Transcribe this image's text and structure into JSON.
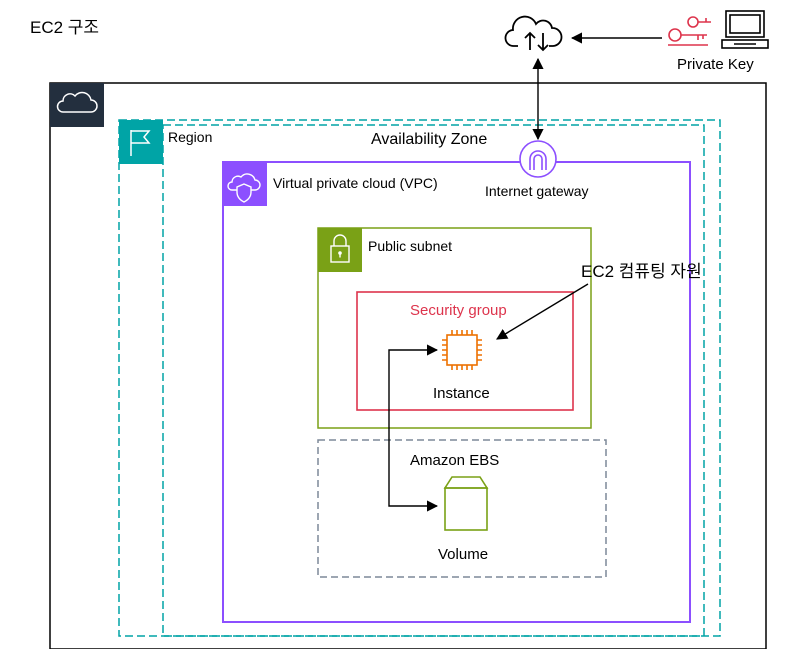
{
  "title": "EC2 구조",
  "private_key": {
    "label": "Private Key"
  },
  "region": {
    "label": "Region"
  },
  "availability_zone": {
    "label": "Availability Zone"
  },
  "vpc": {
    "label": "Virtual private cloud (VPC)"
  },
  "internet_gateway": {
    "label": "Internet gateway"
  },
  "public_subnet": {
    "label": "Public subnet"
  },
  "annotation": {
    "label": "EC2 컴퓨팅 자원"
  },
  "security_group": {
    "label": "Security group"
  },
  "instance": {
    "label": "Instance"
  },
  "ebs": {
    "label": "Amazon EBS"
  },
  "volume": {
    "label": "Volume"
  },
  "colors": {
    "aws_cloud": "#232f3e",
    "region": "#00a4a6",
    "vpc": "#8c4fff",
    "subnet": "#7aa116",
    "security_group": "#dd344c",
    "compute": "#ed7100",
    "storage": "#7aa116",
    "ebs_border": "#7d8998",
    "key": "#dd344c"
  },
  "icons": {
    "aws_cloud": "cloud-icon",
    "region": "flag-icon",
    "vpc": "cloud-shield-icon",
    "internet_gateway": "gateway-icon",
    "public_subnet": "padlock-icon",
    "instance": "chip-icon",
    "volume": "volume-icon",
    "internet": "cloud-up-down-icon",
    "key": "key-icon",
    "laptop": "laptop-icon"
  }
}
